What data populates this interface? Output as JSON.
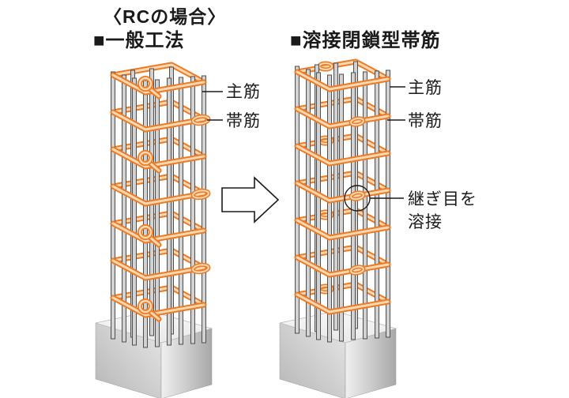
{
  "header": {
    "context_label": "〈RCの場合〉"
  },
  "panels": {
    "left": {
      "title": "■一般工法",
      "labels": {
        "main_rebar": "主筋",
        "hoop_rebar": "帯筋"
      }
    },
    "right": {
      "title": "■溶接閉鎖型帯筋",
      "labels": {
        "main_rebar": "主筋",
        "hoop_rebar": "帯筋",
        "weld_note": "継ぎ目を\n溶接"
      }
    }
  },
  "icons": {
    "arrow": "right-transform-arrow",
    "weld_marker": "weld-joint-circle"
  },
  "colors": {
    "hoop_edge": "#ed7a24",
    "hoop_core": "#fcd9b3",
    "rebar_fill": "#d2d2d2",
    "rebar_edge": "#4e4e4e",
    "text": "#1a1a1a"
  }
}
